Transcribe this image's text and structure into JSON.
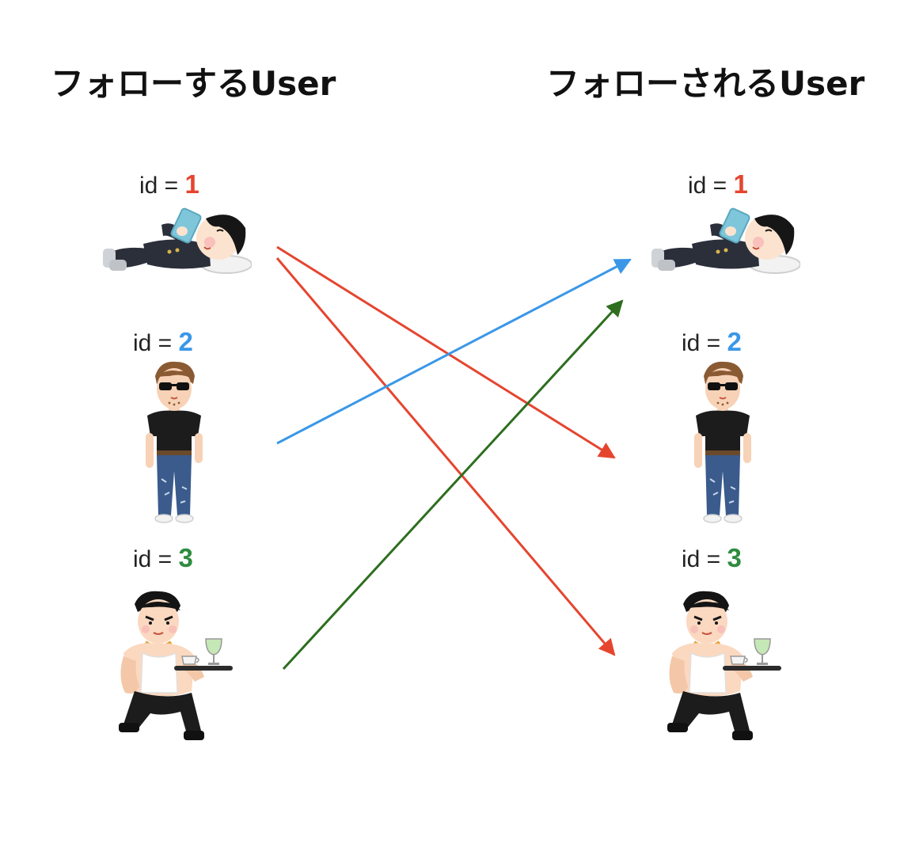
{
  "titles": {
    "left": "フォローするUser",
    "right": "フォローされるUser"
  },
  "id_prefix": "id = ",
  "users": [
    {
      "id": "1",
      "color": "#e5452f"
    },
    {
      "id": "2",
      "color": "#3a97e8"
    },
    {
      "id": "3",
      "color": "#2e8b3e"
    }
  ],
  "follows": [
    {
      "from": "1",
      "to": "2",
      "color": "#e5452f"
    },
    {
      "from": "1",
      "to": "3",
      "color": "#e5452f"
    },
    {
      "from": "2",
      "to": "1",
      "color": "#3a97e8"
    },
    {
      "from": "3",
      "to": "1",
      "color": "#2d6e1f"
    }
  ]
}
